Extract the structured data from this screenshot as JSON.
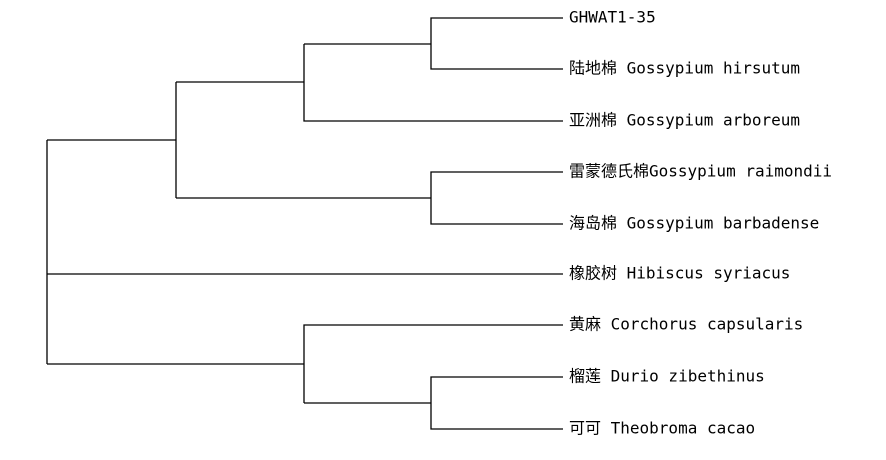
{
  "tree": {
    "leaves": [
      {
        "id": "ghwat",
        "label": "GHWAT1-35"
      },
      {
        "id": "hirsutum",
        "label": "陆地棉 Gossypium hirsutum"
      },
      {
        "id": "arboreum",
        "label": "亚洲棉 Gossypium arboreum"
      },
      {
        "id": "raimondii",
        "label": "雷蒙德氏棉Gossypium raimondii"
      },
      {
        "id": "barbadense",
        "label": "海岛棉 Gossypium barbadense"
      },
      {
        "id": "syriacus",
        "label": "橡胶树 Hibiscus syriacus"
      },
      {
        "id": "capsularis",
        "label": "黄麻 Corchorus capsularis"
      },
      {
        "id": "zibethinus",
        "label": "榴莲 Durio zibethinus"
      },
      {
        "id": "cacao",
        "label": "可可 Theobroma cacao"
      }
    ],
    "topology": [
      [
        [
          [
            [
              "ghwat",
              "hirsutum"
            ],
            "arboreum"
          ],
          [
            "raimondii",
            "barbadense"
          ]
        ],
        "syriacus",
        [
          "capsularis",
          [
            "zibethinus",
            "cacao"
          ]
        ]
      ]
    ],
    "colors": {
      "line": "#000000",
      "text": "#000000",
      "background": "#ffffff"
    }
  }
}
